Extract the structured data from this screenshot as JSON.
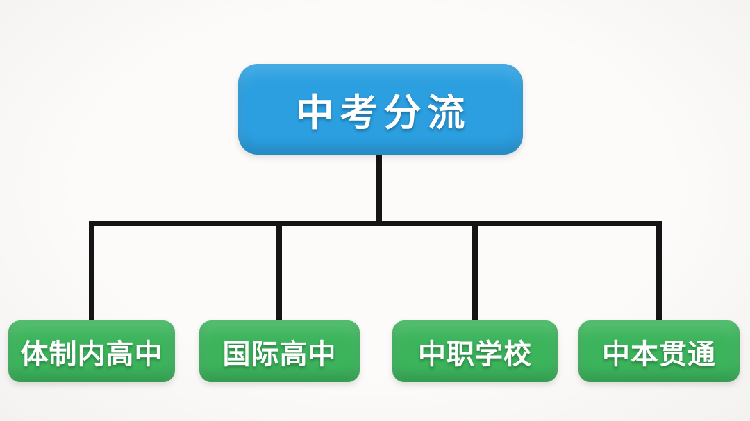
{
  "diagram": {
    "type": "tree-flowchart",
    "root": {
      "label": "中考分流"
    },
    "children": [
      {
        "label": "体制内高中"
      },
      {
        "label": "国际高中"
      },
      {
        "label": "中职学校"
      },
      {
        "label": "中本贯通"
      }
    ],
    "colors": {
      "root_fill": "#2b9fe0",
      "child_fill": "#3cb45c",
      "connector": "#151515",
      "text": "#ffffff",
      "background": "#fcfbfa"
    }
  }
}
